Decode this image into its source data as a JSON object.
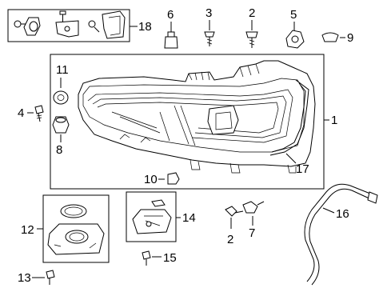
{
  "diagram": {
    "callouts": {
      "c1": "1",
      "c2a": "2",
      "c2b": "2",
      "c3": "3",
      "c4": "4",
      "c5": "5",
      "c6": "6",
      "c7": "7",
      "c8": "8",
      "c9": "9",
      "c10": "10",
      "c11": "11",
      "c12": "12",
      "c13": "13",
      "c14": "14",
      "c15": "15",
      "c16": "16",
      "c17": "17",
      "c18": "18"
    }
  }
}
